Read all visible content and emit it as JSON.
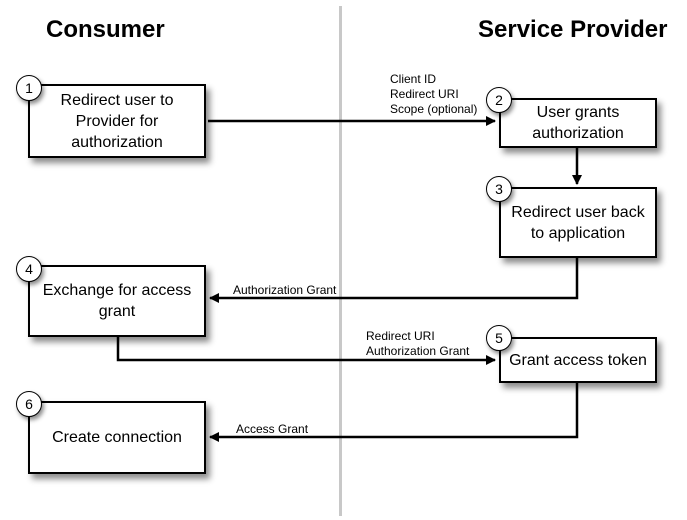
{
  "headings": {
    "consumer": "Consumer",
    "provider": "Service Provider"
  },
  "steps": [
    {
      "num": "1",
      "text": "Redirect user to Provider for authorization"
    },
    {
      "num": "2",
      "text": "User grants authorization"
    },
    {
      "num": "3",
      "text": "Redirect user back to application"
    },
    {
      "num": "4",
      "text": "Exchange for access grant"
    },
    {
      "num": "5",
      "text": "Grant access token"
    },
    {
      "num": "6",
      "text": "Create connection"
    }
  ],
  "labels": {
    "step1_to_2": [
      "Client ID",
      "Redirect URI",
      "Scope (optional)"
    ],
    "step3_to_4": "Authorization Grant",
    "step4_to_5": [
      "Redirect URI",
      "Authorization Grant"
    ],
    "step5_to_6": "Access Grant"
  }
}
